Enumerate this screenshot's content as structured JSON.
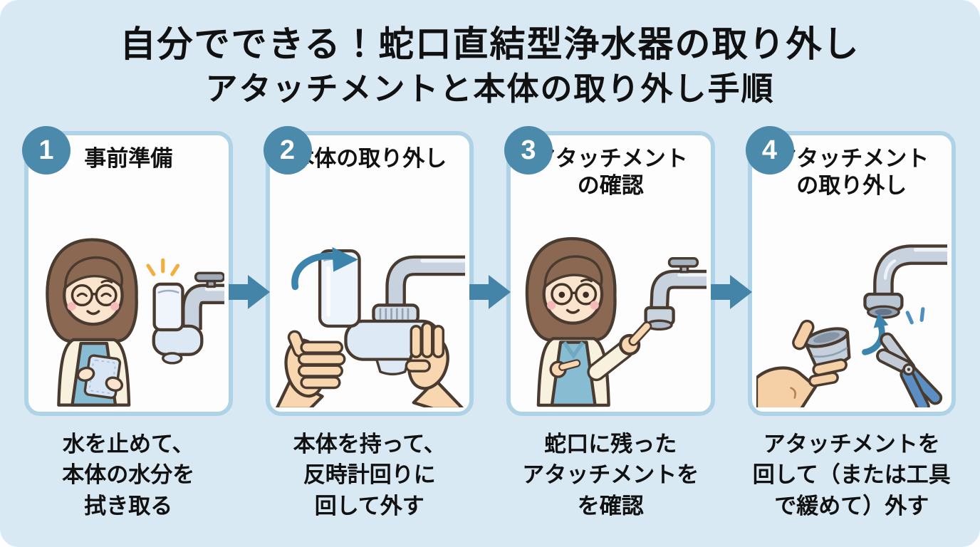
{
  "page": {
    "title": "自分でできる！蛇口直結型浄水器の取り外し",
    "subtitle": "アタッチメントと本体の取り外し手順"
  },
  "panels": [
    {
      "number": "1",
      "header_lines": [
        "事前準備"
      ],
      "caption_lines": [
        "水を止めて、",
        "本体の水分を",
        "拭き取る"
      ],
      "illustration": "woman-wiping-purifier-with-cloth"
    },
    {
      "number": "2",
      "header_lines": [
        "本体の取り外し"
      ],
      "caption_lines": [
        "本体を持って、",
        "反時計回りに",
        "回して外す"
      ],
      "illustration": "hands-turning-purifier-counterclockwise"
    },
    {
      "number": "3",
      "header_lines": [
        "アタッチメント",
        "の確認"
      ],
      "caption_lines": [
        "蛇口に残った",
        "アタッチメントを",
        "を確認"
      ],
      "illustration": "woman-pointing-at-faucet-attachment"
    },
    {
      "number": "4",
      "header_lines": [
        "アタッチメント",
        "の取り外し"
      ],
      "caption_lines": [
        "アタッチメントを",
        "回して（または工具",
        "で緩めて）外す"
      ],
      "illustration": "hand-removing-attachment-with-pliers"
    }
  ],
  "icons": {
    "step_arrow": "right-arrow",
    "rotate_arrow": "counterclockwise-arrow",
    "sparkle": "emphasis-sparkle"
  },
  "colors": {
    "canvas_bg": "#d9e9f3",
    "panel_bg": "#fdfdfd",
    "panel_border": "#aed3e6",
    "badge_bg": "#4b8aab",
    "badge_text": "#ffffff",
    "arrow": "#4584a9",
    "text": "#111111",
    "illustration_outline": "#4a3b31",
    "skin": "#f8d6b0",
    "face_skin": "#fbe4cd",
    "hair": "#8a6852",
    "apron": "#87bcd2",
    "shirt": "#f8f1de",
    "faucet_metal": "#c7d2de",
    "purifier_body": "#dce8f4",
    "sparkle_yellow": "#f2ae3e",
    "tool_handle_blue": "#5b8fc4",
    "illustration_arrow_blue": "#3d84ad"
  }
}
